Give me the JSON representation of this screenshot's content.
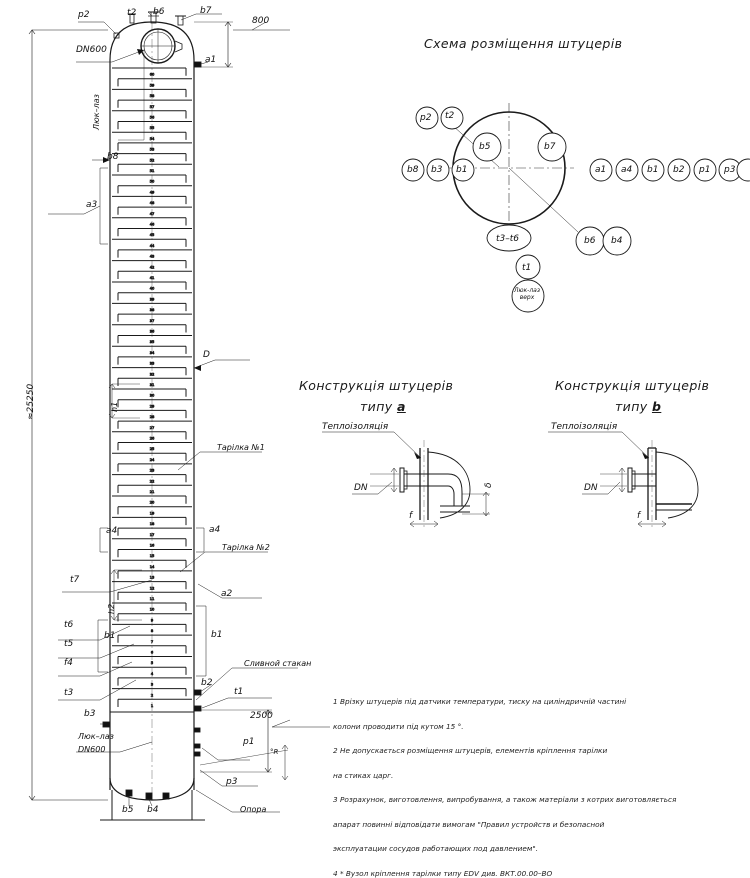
{
  "drawing": {
    "type": "engineering-drawing",
    "subject": "Distillation column general arrangement with nozzle layout",
    "language": "uk"
  },
  "main_view": {
    "overall_height_dim": "≈25250",
    "top_dim": "800",
    "bottom_dim": "2500",
    "diameter_label": "D",
    "tray_pitch_h1": "h1",
    "tray_pitch_h2": "h2",
    "manhole_top_label": "Люк–лаз",
    "manhole_top_dn": "DN600",
    "manhole_bottom_label": "Люк–лаз",
    "manhole_bottom_dn": "DN600",
    "tray_1_label": "Тарілка №1",
    "tray_2_label": "Тарілка №2",
    "downcomer_label": "Сливной стакан",
    "support_label": "Опора",
    "angle_label": "°R",
    "top_nozzles": [
      "p2",
      "t2",
      "b6",
      "b7",
      "a1"
    ],
    "left_nozzles": [
      "b8",
      "a3",
      "a4",
      "t7",
      "t6",
      "t5",
      "f4",
      "t3",
      "b3",
      "b5",
      "b4"
    ],
    "right_nozzles": [
      "a4",
      "a2",
      "b1",
      "b2",
      "t1",
      "p1",
      "p3"
    ],
    "tray_count": 60
  },
  "nozzle_scheme": {
    "title": "Схема розміщення штуцерів",
    "left_group": [
      "b8",
      "b3",
      "b1"
    ],
    "right_group": [
      "a1",
      "a4",
      "b1",
      "b2",
      "p1",
      "p3"
    ],
    "upper_left_group": [
      "p2",
      "t2"
    ],
    "inside_left": "b5",
    "inside_right": "b7",
    "below_center": "t3–t6",
    "below_center_2": "t1",
    "below_center_3": "Люк-лаз верх",
    "lower_right_group": [
      "b6",
      "b4"
    ]
  },
  "detail_a": {
    "title_line1": "Конструкція штуцерів",
    "title_line2_prefix": "типу ",
    "title_line2_letter": "а",
    "insulation_label": "Теплоізоляція",
    "dn_label": "DN",
    "thickness_label": "δ",
    "f_label": "f"
  },
  "detail_b": {
    "title_line1": "Конструкція штуцерів",
    "title_line2_prefix": "типу ",
    "title_line2_letter": "b",
    "insulation_label": "Теплоізоляція",
    "dn_label": "DN",
    "f_label": "f"
  },
  "notes": {
    "lines": [
      "1 Врізку штуцерів під датчики температури, тиску на циліндричній частині",
      "колони проводити під кутом 15 °.",
      "2 Не допускається розміщення штуцерів, елементів кріплення тарілки",
      "на стиках царг.",
      "3 Розрахунок, виготовлення, випробування, а також матеріали з котрих виготовляється",
      "апарат повинні відповідати вимогам \"Правил устройств и безопасной",
      "эксплуатации сосудов работающих под давлением\".",
      "4 * Вузол кріплення тарілки типу EDV див. ВКТ.00.00–ВО"
    ]
  },
  "colors": {
    "line": "#1a1a1a",
    "thin": "#333333",
    "background": "#ffffff"
  }
}
